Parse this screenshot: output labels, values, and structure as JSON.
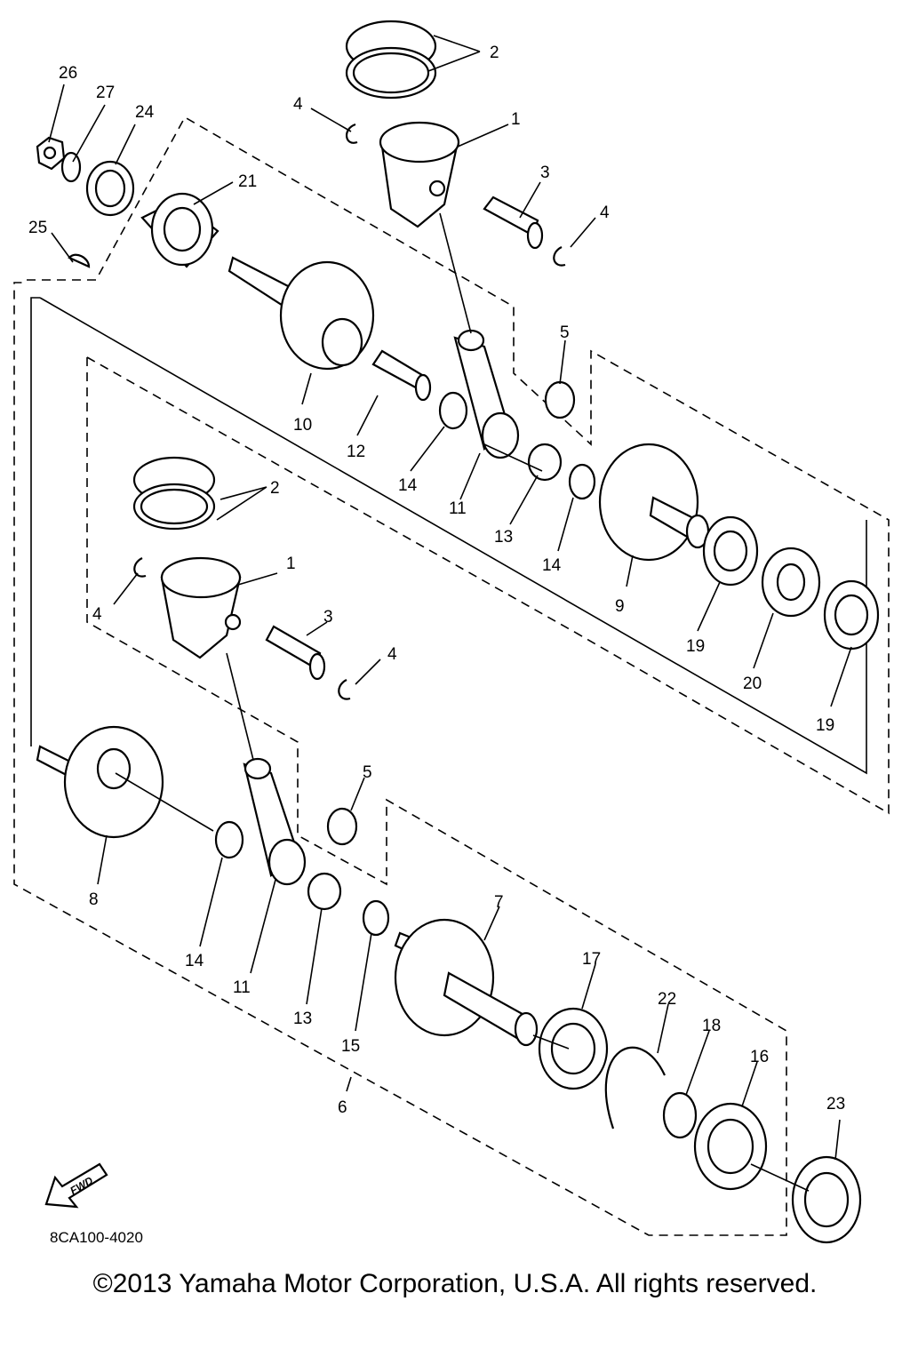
{
  "diagram": {
    "drawing_code": "8CA100-4020",
    "direction_badge": "FWD",
    "copyright": "©2013 Yamaha Motor Corporation, U.S.A. All rights reserved.",
    "callouts": {
      "c2a": "2",
      "c4a": "4",
      "c1a": "1",
      "c3a": "3",
      "c4b": "4",
      "c26": "26",
      "c27": "27",
      "c24": "24",
      "c21": "21",
      "c25": "25",
      "c5a": "5",
      "c10": "10",
      "c12": "12",
      "c14a": "14",
      "c11a": "11",
      "c13a": "13",
      "c14b": "14",
      "c9": "9",
      "c2b": "2",
      "c1b": "1",
      "c4c": "4",
      "c3b": "3",
      "c4d": "4",
      "c19a": "19",
      "c20": "20",
      "c19b": "19",
      "c5b": "5",
      "c8": "8",
      "c14c": "14",
      "c11b": "11",
      "c13b": "13",
      "c15": "15",
      "c7": "7",
      "c17": "17",
      "c22": "22",
      "c18": "18",
      "c16": "16",
      "c23": "23",
      "c6": "6"
    }
  }
}
